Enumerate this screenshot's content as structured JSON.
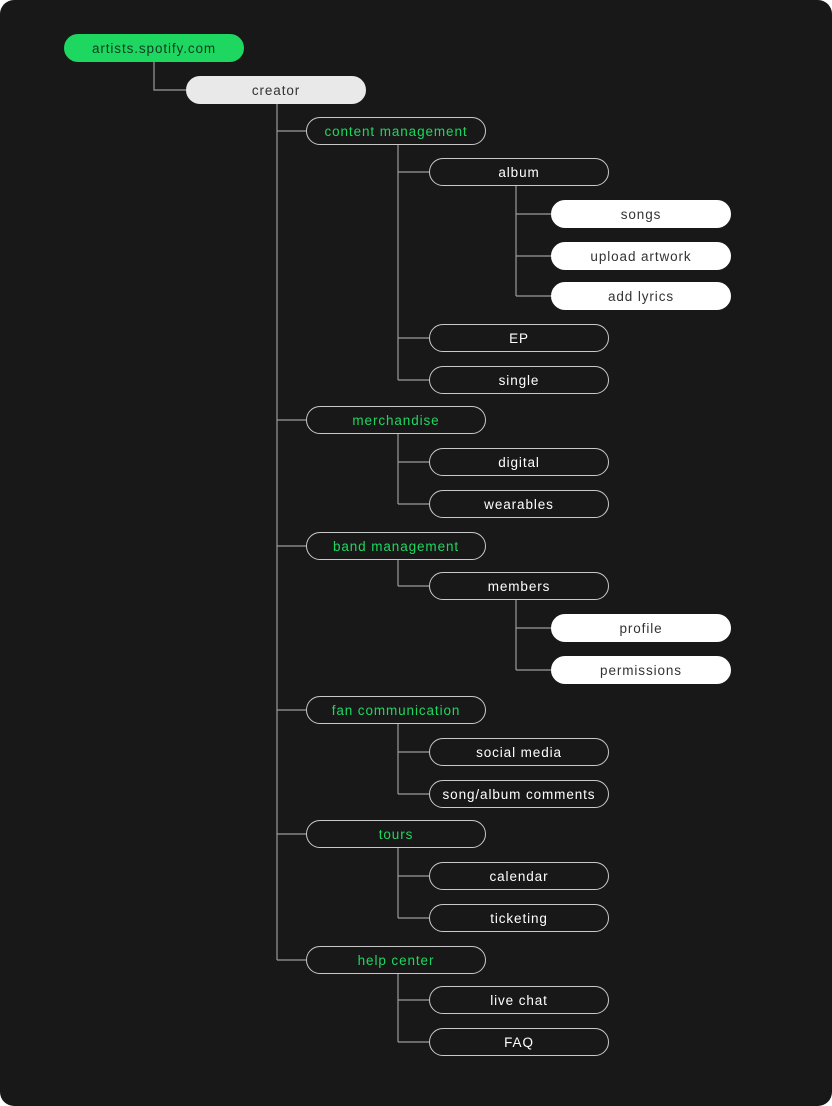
{
  "colors": {
    "background": "#181818",
    "accent": "#1ed760",
    "line": "#9a9a9a"
  },
  "sitemap": {
    "root": {
      "label": "artists.spotify.com"
    },
    "creator": {
      "label": "creator"
    },
    "sections": [
      {
        "label": "content management",
        "children": [
          {
            "label": "album",
            "children": [
              {
                "label": "songs"
              },
              {
                "label": "upload artwork"
              },
              {
                "label": "add lyrics"
              }
            ]
          },
          {
            "label": "EP"
          },
          {
            "label": "single"
          }
        ]
      },
      {
        "label": "merchandise",
        "children": [
          {
            "label": "digital"
          },
          {
            "label": "wearables"
          }
        ]
      },
      {
        "label": "band management",
        "children": [
          {
            "label": "members",
            "children": [
              {
                "label": "profile"
              },
              {
                "label": "permissions"
              }
            ]
          }
        ]
      },
      {
        "label": "fan communication",
        "children": [
          {
            "label": "social media"
          },
          {
            "label": "song/album comments"
          }
        ]
      },
      {
        "label": "tours",
        "children": [
          {
            "label": "calendar"
          },
          {
            "label": "ticketing"
          }
        ]
      },
      {
        "label": "help center",
        "children": [
          {
            "label": "live chat"
          },
          {
            "label": "FAQ"
          }
        ]
      }
    ]
  }
}
